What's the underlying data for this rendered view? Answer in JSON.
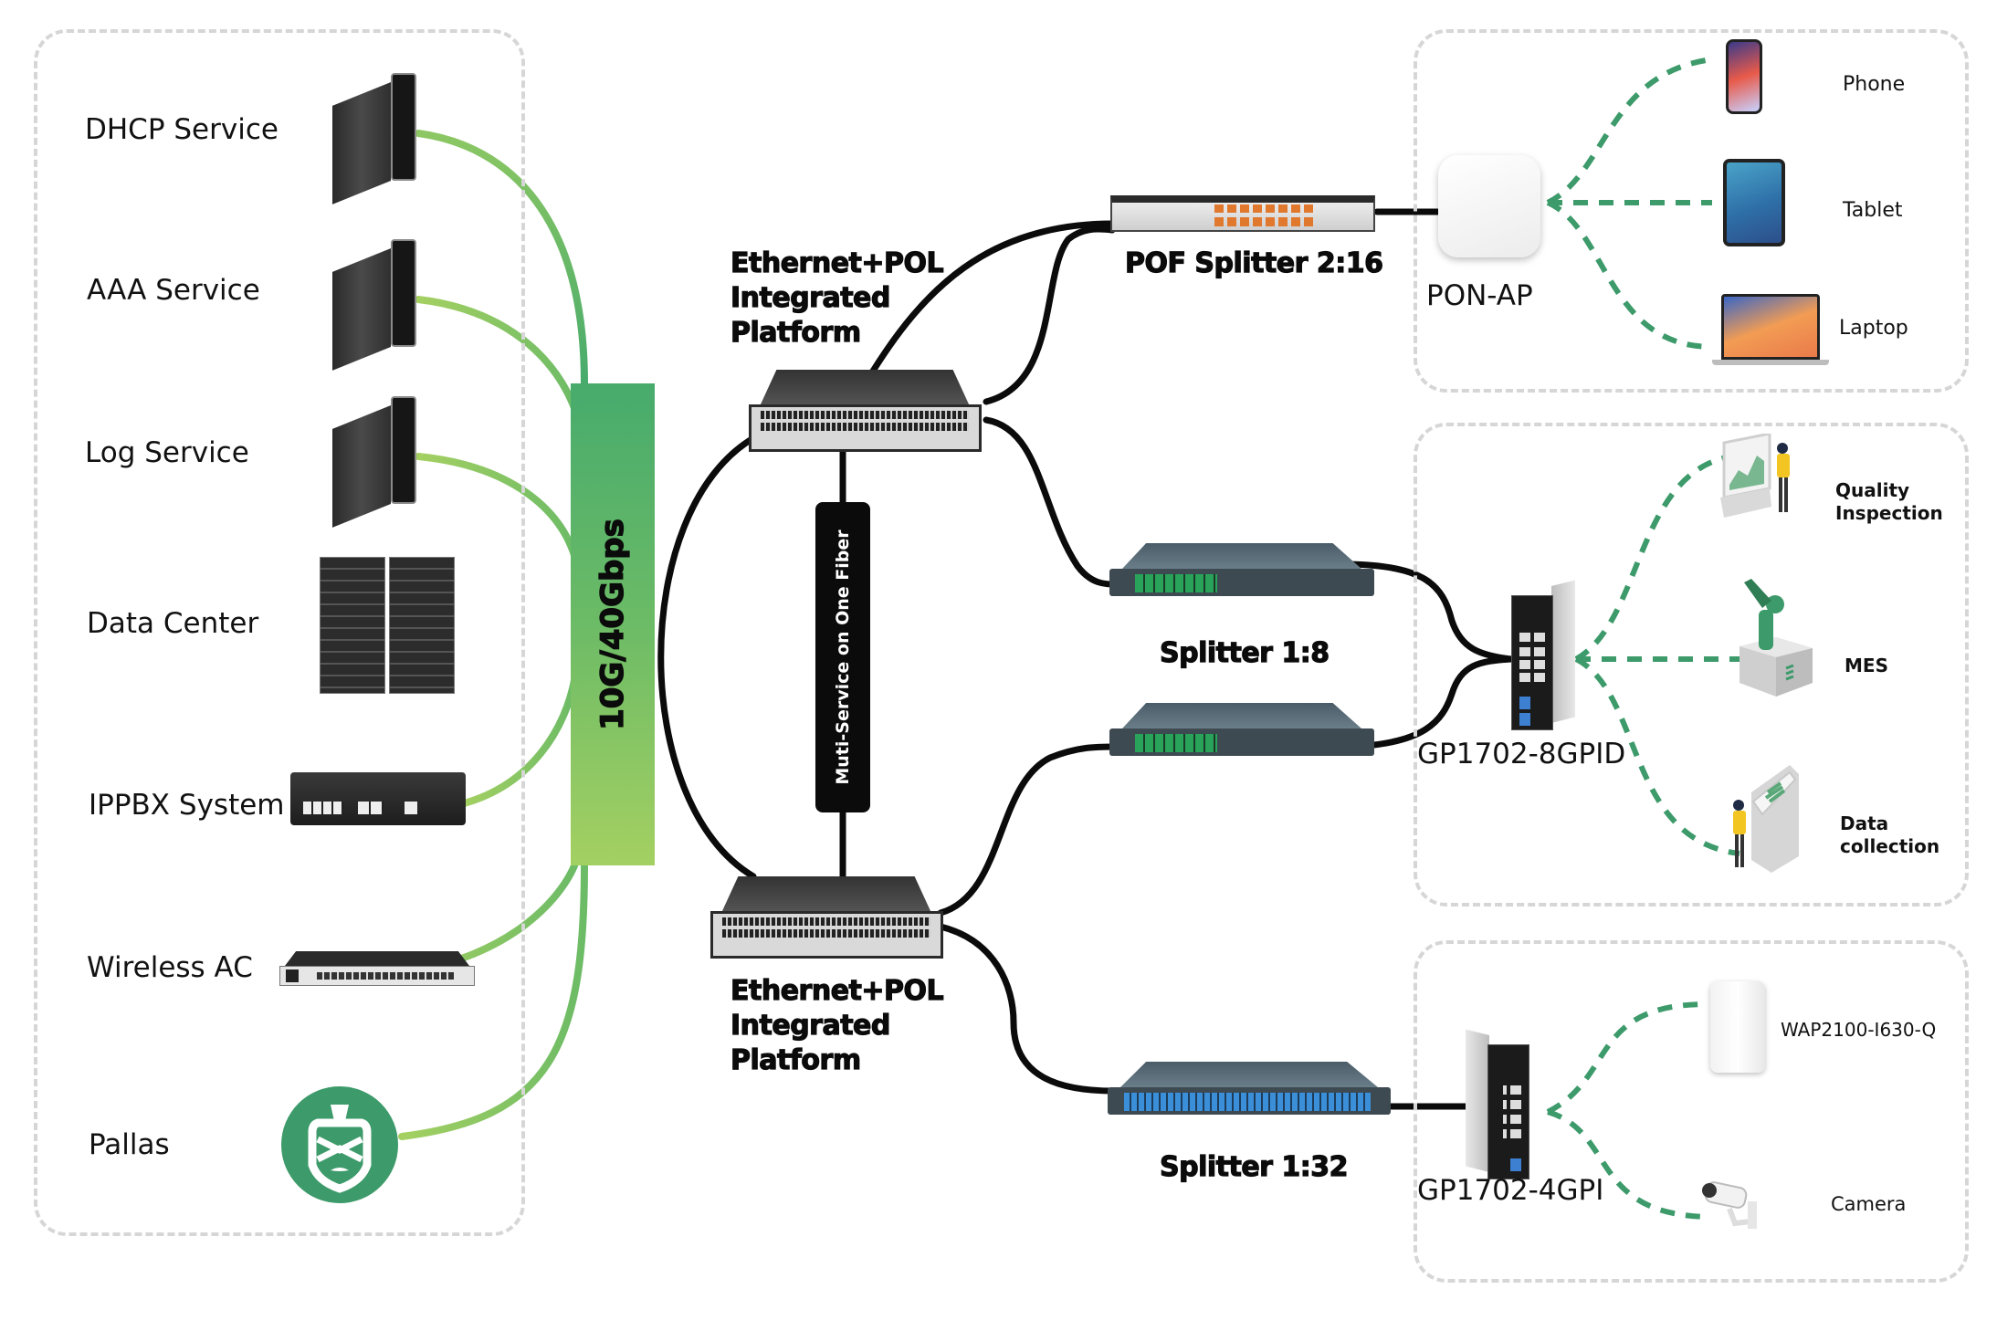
{
  "diagram": {
    "title": "",
    "backbone_label": "10G/40Gbps",
    "fiber_label": "Muti-Service on One Fiber",
    "colors": {
      "backbone_top": "#47ab6c",
      "backbone_bottom": "#a4d062",
      "green_link": "#8cc763",
      "fiber_cable": "#0b0b0b",
      "wireless_dash": "#3d9a6a",
      "group_border": "#d6d6d6",
      "pallas_brand": "#3d9a6a"
    }
  },
  "services_group": {
    "items": [
      {
        "label": "DHCP Service",
        "icon": "tower-server-icon"
      },
      {
        "label": "AAA Service",
        "icon": "tower-server-icon"
      },
      {
        "label": "Log Service",
        "icon": "tower-server-icon"
      },
      {
        "label": "Data Center",
        "icon": "server-rack-icon"
      },
      {
        "label": "IPPBX System",
        "icon": "ippbx-device-icon"
      },
      {
        "label": "Wireless AC",
        "icon": "rack-switch-icon"
      },
      {
        "label": "Pallas",
        "icon": "pallas-logo-icon"
      }
    ]
  },
  "core": {
    "platform_top": {
      "line1": "Ethernet+POL",
      "line2": "Integrated",
      "line3": "Platform"
    },
    "platform_bottom": {
      "line1": "Ethernet+POL",
      "line2": "Integrated",
      "line3": "Platform"
    }
  },
  "splitters": {
    "pof": {
      "label": "POF Splitter 2:16"
    },
    "s18": {
      "label": "Splitter 1:8"
    },
    "s132": {
      "label": "Splitter 1:32"
    }
  },
  "access_groups": [
    {
      "device_label": "PON-AP",
      "endpoints": [
        {
          "label": "Phone"
        },
        {
          "label": "Tablet"
        },
        {
          "label": "Laptop"
        }
      ]
    },
    {
      "device_label": "GP1702-8GPID",
      "endpoints": [
        {
          "label": "Quality Inspection",
          "line1": "Quality",
          "line2": "Inspection"
        },
        {
          "label": "MES"
        },
        {
          "label": "Data collection",
          "line1": "Data",
          "line2": "collection"
        }
      ]
    },
    {
      "device_label": "GP1702-4GPI",
      "endpoints": [
        {
          "label": "WAP2100-I630-Q"
        },
        {
          "label": "Camera"
        }
      ]
    }
  ]
}
